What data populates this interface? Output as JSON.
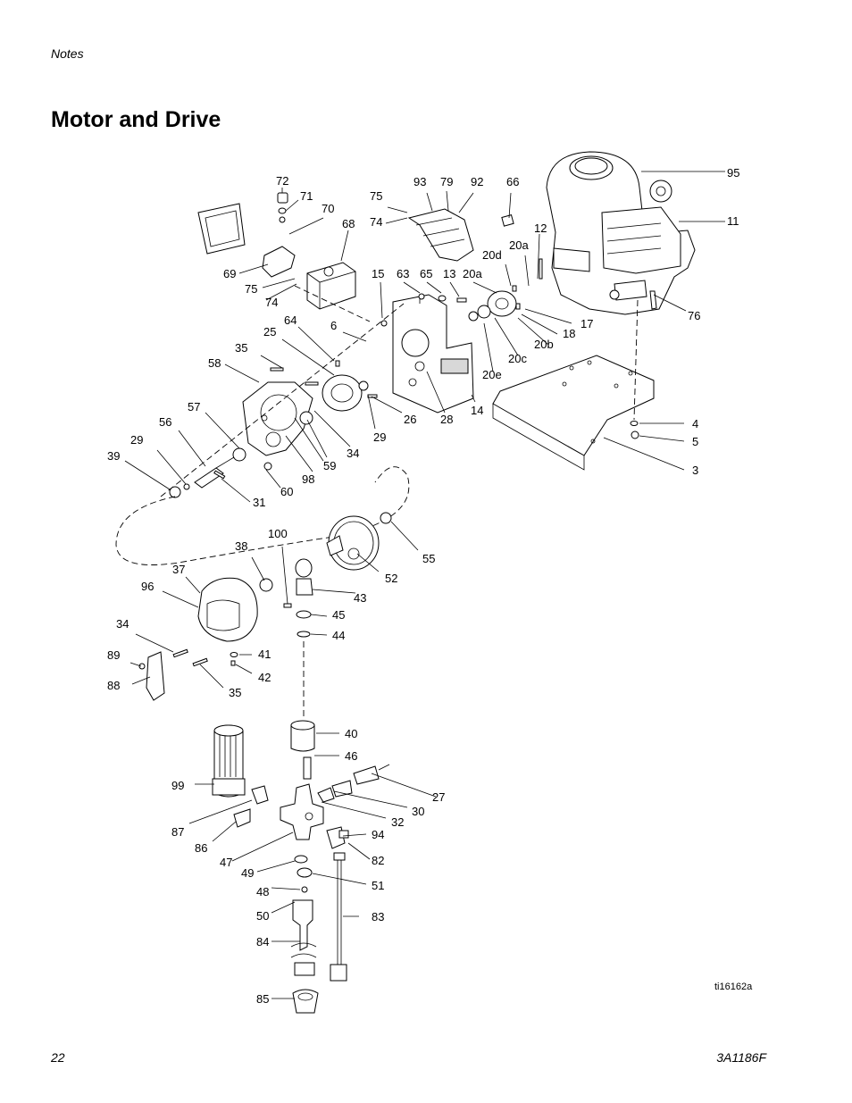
{
  "header": {
    "section": "Notes"
  },
  "title": "Motor and Drive",
  "footer": {
    "page_number": "22",
    "doc_id": "3A1186F"
  },
  "figure": {
    "reference": "ti16162a",
    "callouts": [
      "95",
      "11",
      "72",
      "71",
      "70",
      "68",
      "93",
      "79",
      "92",
      "66",
      "75",
      "74",
      "69",
      "75",
      "74",
      "12",
      "20a",
      "20d",
      "15",
      "63",
      "65",
      "13",
      "20a",
      "76",
      "64",
      "6",
      "25",
      "17",
      "18",
      "20b",
      "20c",
      "35",
      "58",
      "20e",
      "14",
      "28",
      "26",
      "29",
      "34",
      "57",
      "56",
      "29",
      "39",
      "59",
      "98",
      "60",
      "31",
      "4",
      "5",
      "3",
      "100",
      "38",
      "55",
      "37",
      "52",
      "43",
      "96",
      "45",
      "44",
      "34",
      "41",
      "89",
      "42",
      "88",
      "35",
      "40",
      "46",
      "27",
      "99",
      "30",
      "32",
      "87",
      "94",
      "86",
      "82",
      "47",
      "49",
      "51",
      "48",
      "50",
      "83",
      "84",
      "85"
    ]
  }
}
